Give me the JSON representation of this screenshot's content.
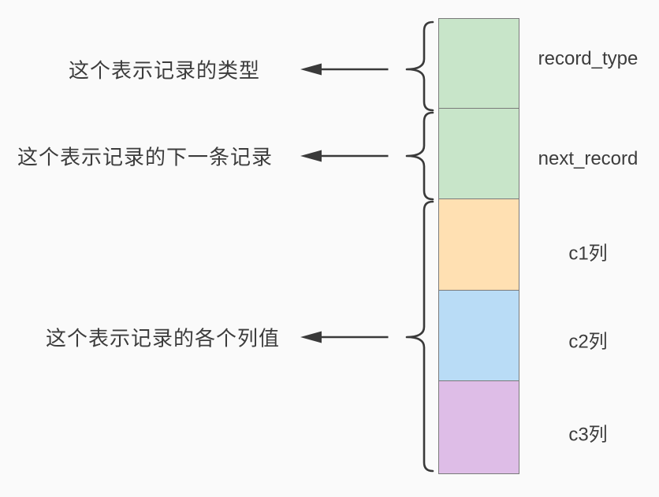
{
  "diagram": {
    "title_hint": "record structure diagram",
    "colors": {
      "background": "#fafafa",
      "line": "#3a3a3a",
      "text": "#3c3c3c",
      "block_border": "#7a7a7a",
      "green": "#c8e5c9",
      "orange": "#ffe0b2",
      "blue": "#b9dcf6",
      "purple": "#debde7"
    },
    "blocks": [
      {
        "label": "record_type",
        "color": "#c8e5c9"
      },
      {
        "label": "next_record",
        "color": "#c8e5c9"
      },
      {
        "label": "c1列",
        "color": "#ffe0b2"
      },
      {
        "label": "c2列",
        "color": "#b9dcf6"
      },
      {
        "label": "c3列",
        "color": "#debde7"
      }
    ],
    "annotations": [
      {
        "text": "这个表示记录的类型",
        "points_to": "record_type"
      },
      {
        "text": "这个表示记录的下一条记录",
        "points_to": "next_record"
      },
      {
        "text": "这个表示记录的各个列值",
        "points_to": "c1列 c2列 c3列"
      }
    ]
  }
}
